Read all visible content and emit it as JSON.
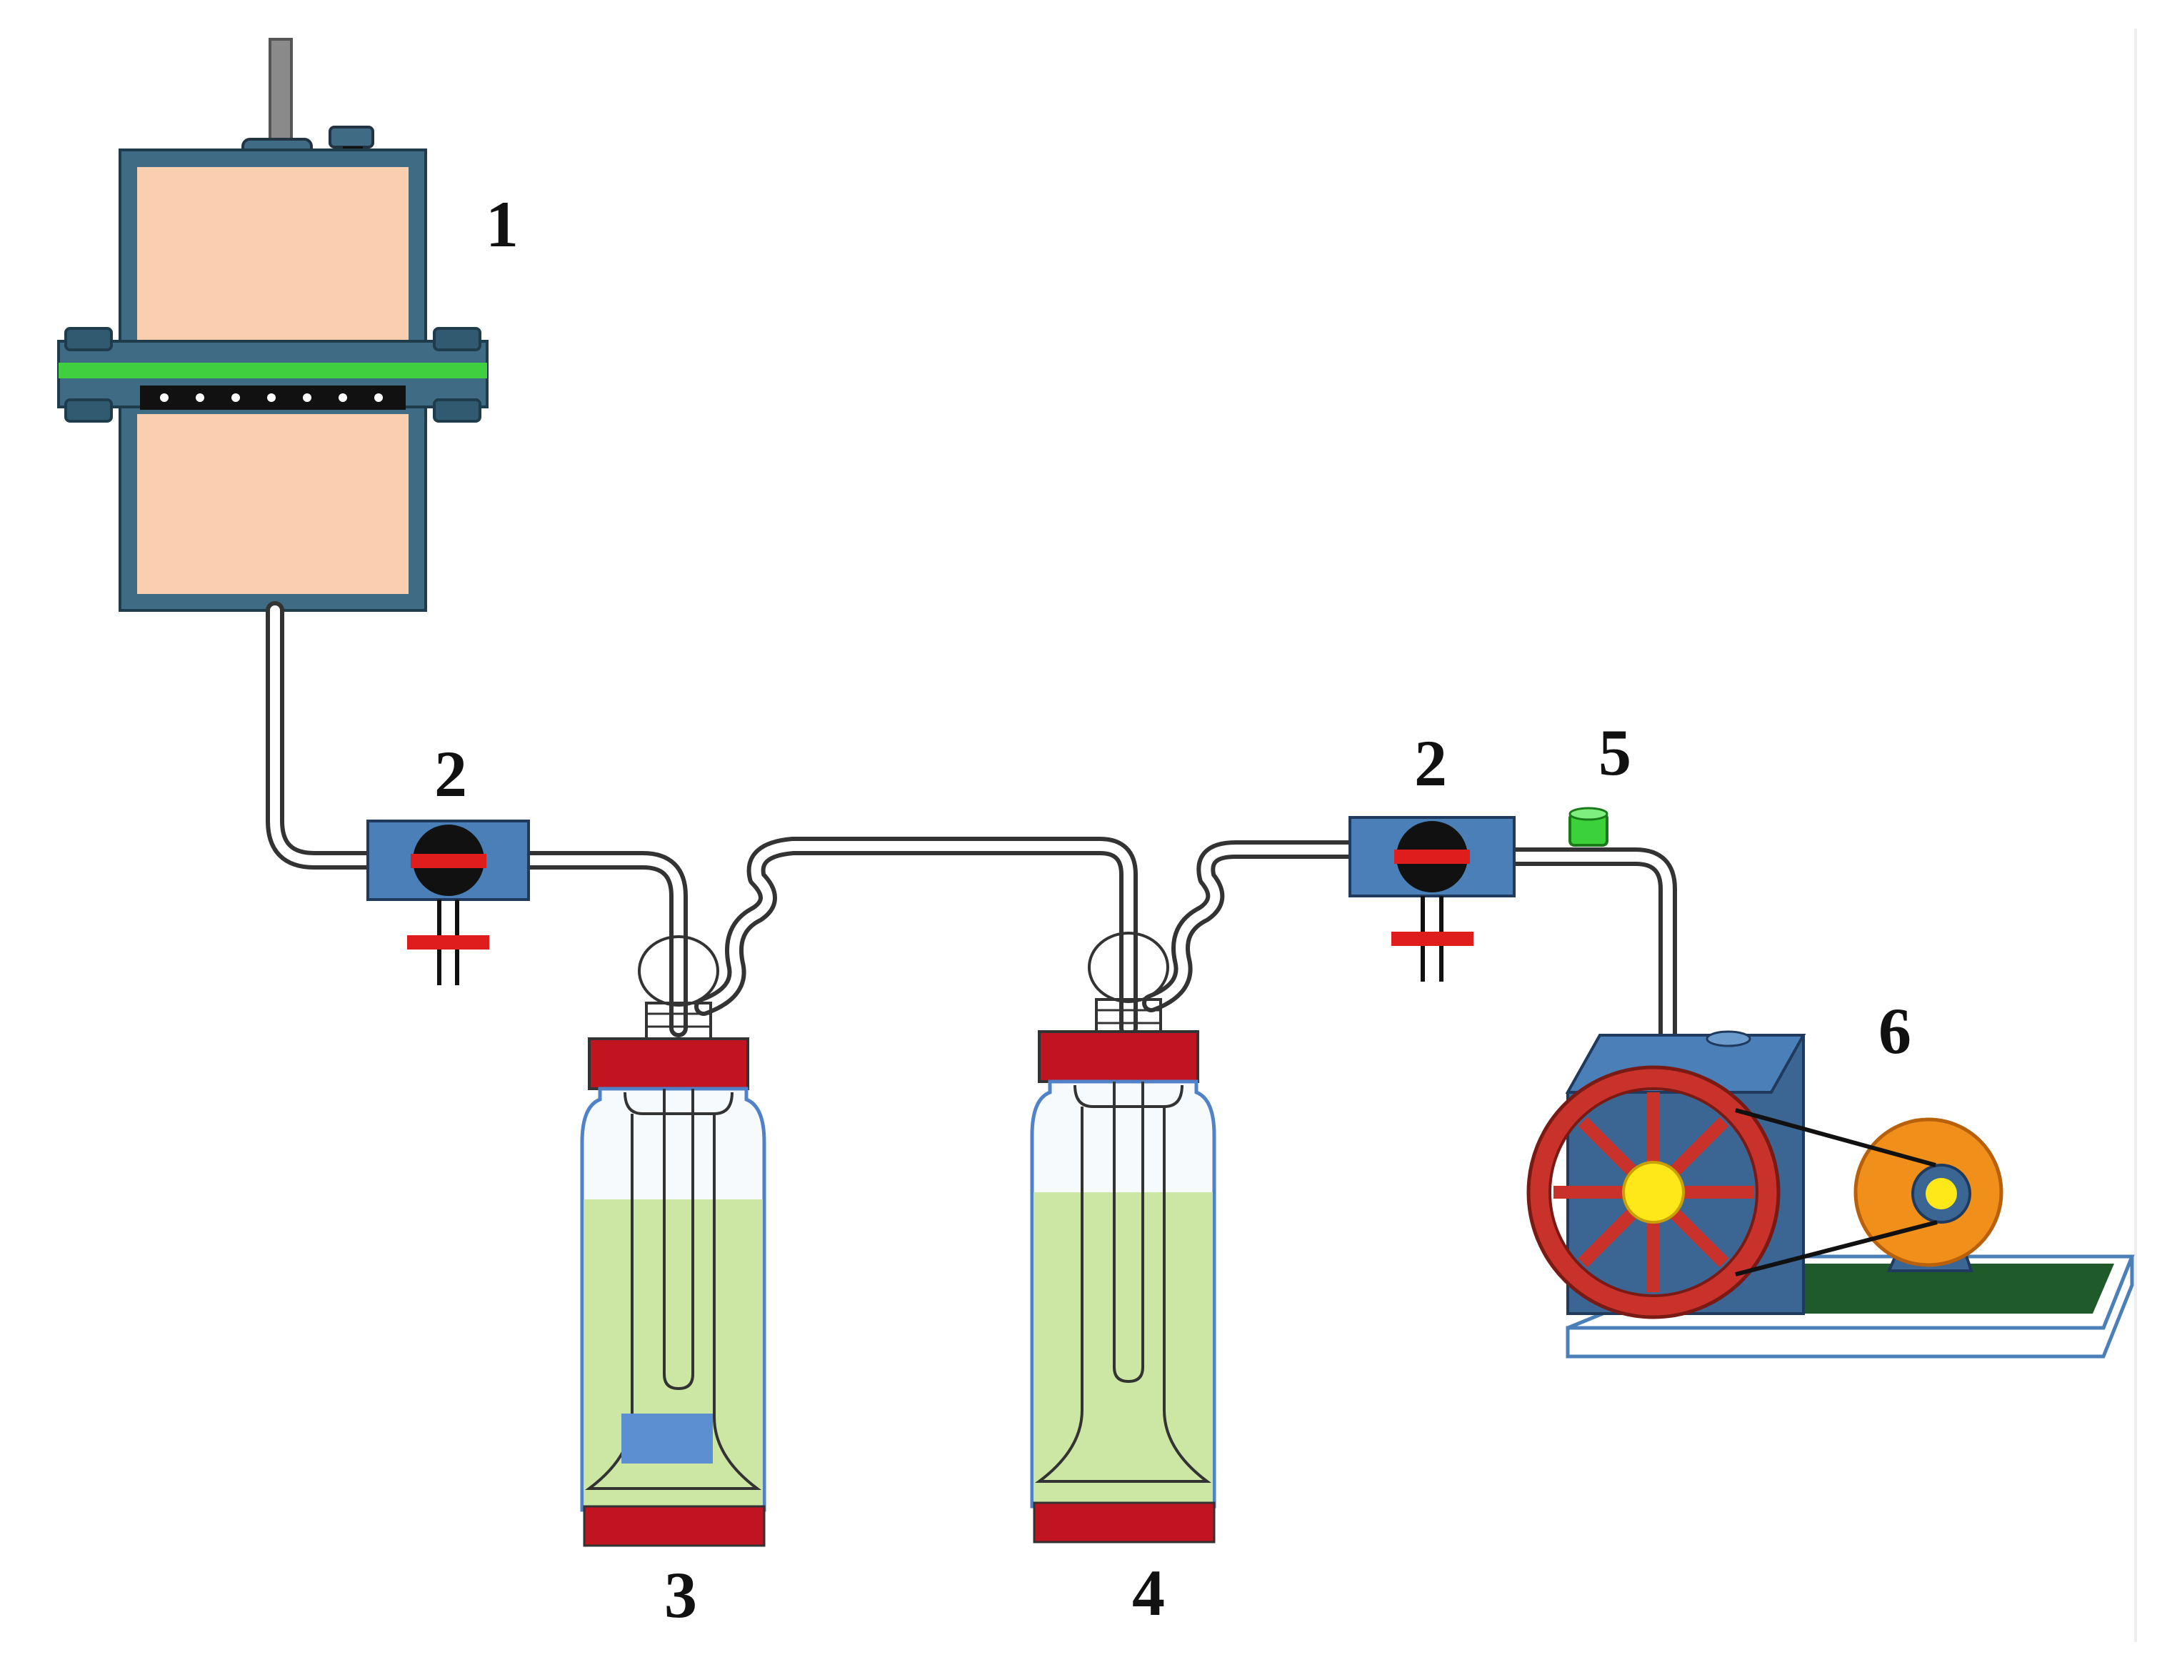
{
  "labels": {
    "filter_cell": "1",
    "valve_left": "2",
    "valve_right": "2",
    "trap_bottle_1": "3",
    "trap_bottle_2": "4",
    "gauge": "5",
    "vacuum_pump": "6"
  },
  "colors": {
    "chamber_fill": "#f9cfb0",
    "chamber_frame": "#3f6c84",
    "gasket": "#3fcf3f",
    "valve_body": "#4a7fb8",
    "valve_knob": "#111111",
    "valve_handle": "#e01d1d",
    "bottle_cap": "#c01420",
    "bottle_glass": "#4f82c8",
    "liquid": "#c7e39a",
    "sample_block": "#5b8fd2",
    "gauge_green": "#3ad13a",
    "pump_body": "#3b6694",
    "wheel": "#c8322a",
    "hub": "#ffe81a",
    "motor": "#f0901a",
    "base_plate": "#ffffff",
    "base_top": "#1f5a2a"
  }
}
